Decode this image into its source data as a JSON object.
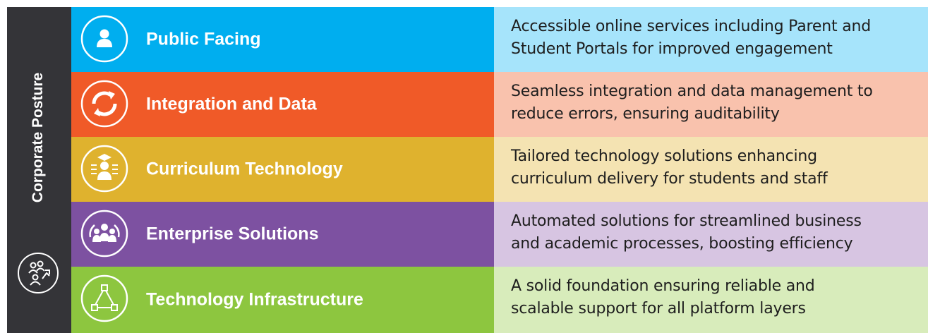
{
  "side": {
    "title": "Corporate Posture",
    "icon": "people-network-icon"
  },
  "layers": [
    {
      "title": "Public Facing",
      "icon": "person-icon",
      "color": "#00aeef",
      "light": "#a6e4fb",
      "line1": "Accessible online services including Parent and",
      "line2": "Student Portals for improved engagement"
    },
    {
      "title": "Integration and Data",
      "icon": "sync-arrows-icon",
      "color": "#f05a28",
      "light": "#f9c2ad",
      "line1": "Seamless integration and data management to",
      "line2": "reduce errors, ensuring auditability"
    },
    {
      "title": "Curriculum Technology",
      "icon": "graduate-icon",
      "color": "#dfb22e",
      "light": "#f4e3b2",
      "line1": "Tailored technology solutions enhancing",
      "line2": "curriculum delivery for students and staff"
    },
    {
      "title": "Enterprise Solutions",
      "icon": "group-icon",
      "color": "#7d51a1",
      "light": "#d7c5e2",
      "line1": "Automated solutions for streamlined business",
      "line2": "and academic processes, boosting efficiency"
    },
    {
      "title": "Technology Infrastructure",
      "icon": "network-nodes-icon",
      "color": "#8dc63f",
      "light": "#d8ecbb",
      "line1": "A solid foundation ensuring reliable and",
      "line2": "scalable support for all platform layers"
    }
  ]
}
